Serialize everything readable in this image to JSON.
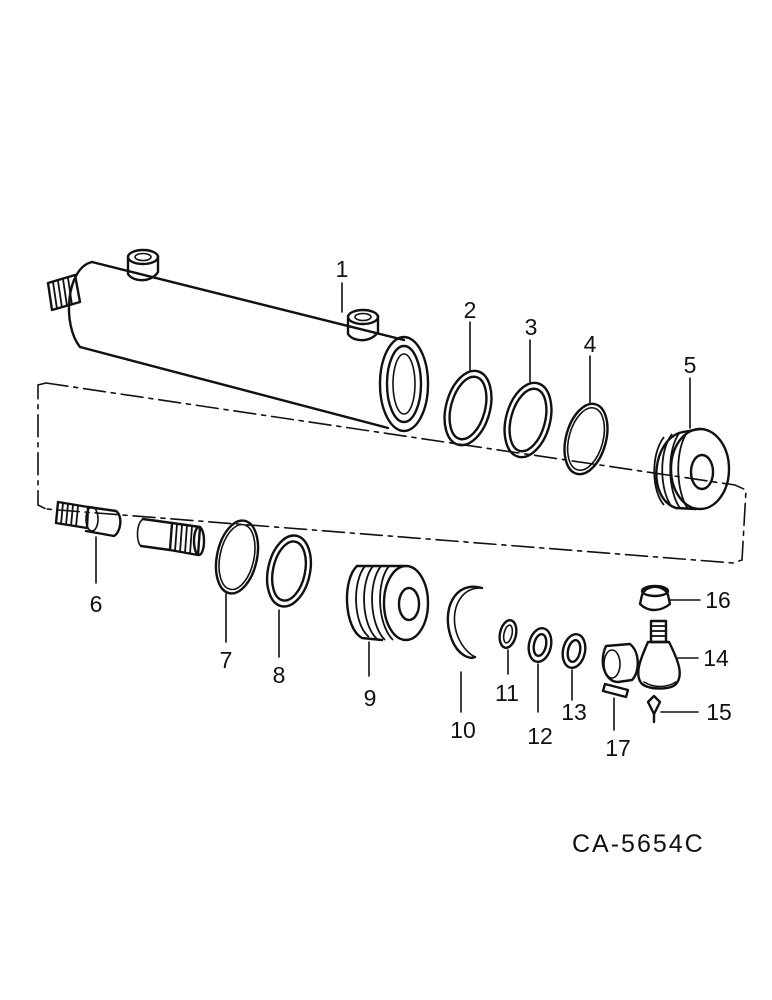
{
  "parts": [
    {
      "label": "1"
    },
    {
      "label": "2"
    },
    {
      "label": "3"
    },
    {
      "label": "4"
    },
    {
      "label": "5"
    },
    {
      "label": "6"
    },
    {
      "label": "7"
    },
    {
      "label": "8"
    },
    {
      "label": "9"
    },
    {
      "label": "10"
    },
    {
      "label": "11"
    },
    {
      "label": "12"
    },
    {
      "label": "13"
    },
    {
      "label": "14"
    },
    {
      "label": "15"
    },
    {
      "label": "16"
    },
    {
      "label": "17"
    }
  ],
  "drawing_code": "CA-5654C",
  "colors": {
    "ink": "#111111",
    "paper": "#ffffff"
  }
}
